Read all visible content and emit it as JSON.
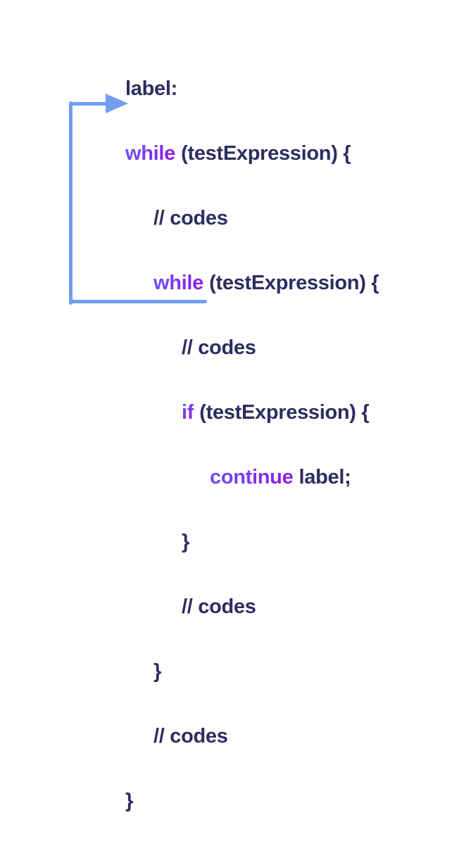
{
  "colors": {
    "background": "#ffffff",
    "code_text": "#2e2c60",
    "keyword": "#7d2ae8",
    "keyword_gradient_start": "#6a55f1",
    "keyword_gradient_end": "#8c1fe9",
    "arrow": "#6f9ef3"
  },
  "diagram": {
    "kind": "labeled-continue-flow",
    "arrow": {
      "color": "#6f9ef3",
      "from": "continue label;",
      "to": "while (testExpression) {"
    },
    "lines": [
      {
        "indent": 0,
        "keyword": "",
        "rest": "label:"
      },
      {
        "indent": 0,
        "keyword": "while",
        "rest": "(testExpression) {"
      },
      {
        "indent": 1,
        "keyword": "",
        "rest": "// codes"
      },
      {
        "indent": 1,
        "keyword": "while",
        "rest": "(testExpression) {"
      },
      {
        "indent": 2,
        "keyword": "",
        "rest": "// codes"
      },
      {
        "indent": 2,
        "keyword": "if",
        "rest": "(testExpression) {"
      },
      {
        "indent": 3,
        "keyword": "continue",
        "rest": "label;"
      },
      {
        "indent": 2,
        "keyword": "",
        "rest": "}"
      },
      {
        "indent": 2,
        "keyword": "",
        "rest": "// codes"
      },
      {
        "indent": 1,
        "keyword": "",
        "rest": "}"
      },
      {
        "indent": 1,
        "keyword": "",
        "rest": "// codes"
      },
      {
        "indent": 0,
        "keyword": "",
        "rest": "}"
      }
    ]
  }
}
